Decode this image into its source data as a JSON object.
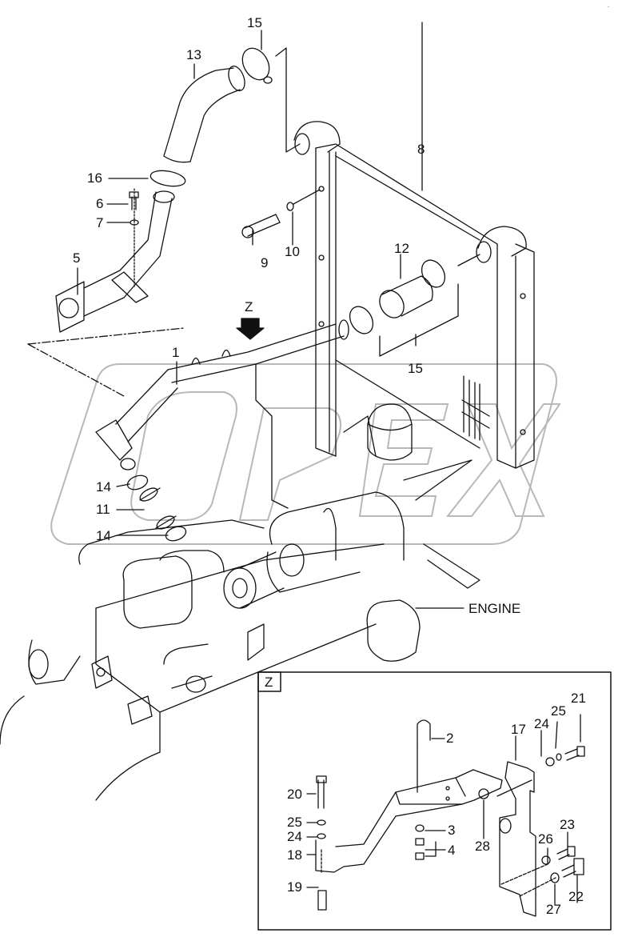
{
  "diagram": {
    "title": "Intercooler piping and bracket assembly",
    "watermark_text": "OREX",
    "corner_mark": "-",
    "detail_view": {
      "tag": "Z",
      "arrow_label": "Z"
    },
    "engine_label": "ENGINE",
    "callouts_main": [
      {
        "id": "c15a",
        "text": "15"
      },
      {
        "id": "c13",
        "text": "13"
      },
      {
        "id": "c8",
        "text": "8"
      },
      {
        "id": "c16",
        "text": "16"
      },
      {
        "id": "c6",
        "text": "6"
      },
      {
        "id": "c7",
        "text": "7"
      },
      {
        "id": "c5",
        "text": "5"
      },
      {
        "id": "c9",
        "text": "9"
      },
      {
        "id": "c10",
        "text": "10"
      },
      {
        "id": "c12",
        "text": "12"
      },
      {
        "id": "c15b",
        "text": "15"
      },
      {
        "id": "c1",
        "text": "1"
      },
      {
        "id": "c14a",
        "text": "14"
      },
      {
        "id": "c11",
        "text": "11"
      },
      {
        "id": "c14b",
        "text": "14"
      }
    ],
    "callouts_detail": [
      {
        "id": "d2",
        "text": "2"
      },
      {
        "id": "d17",
        "text": "17"
      },
      {
        "id": "d24a",
        "text": "24"
      },
      {
        "id": "d25a",
        "text": "25"
      },
      {
        "id": "d21",
        "text": "21"
      },
      {
        "id": "d20",
        "text": "20"
      },
      {
        "id": "d25b",
        "text": "25"
      },
      {
        "id": "d24b",
        "text": "24"
      },
      {
        "id": "d18",
        "text": "18"
      },
      {
        "id": "d19",
        "text": "19"
      },
      {
        "id": "d3",
        "text": "3"
      },
      {
        "id": "d4",
        "text": "4"
      },
      {
        "id": "d28",
        "text": "28"
      },
      {
        "id": "d26",
        "text": "26"
      },
      {
        "id": "d23",
        "text": "23"
      },
      {
        "id": "d27",
        "text": "27"
      },
      {
        "id": "d22",
        "text": "22"
      }
    ]
  }
}
